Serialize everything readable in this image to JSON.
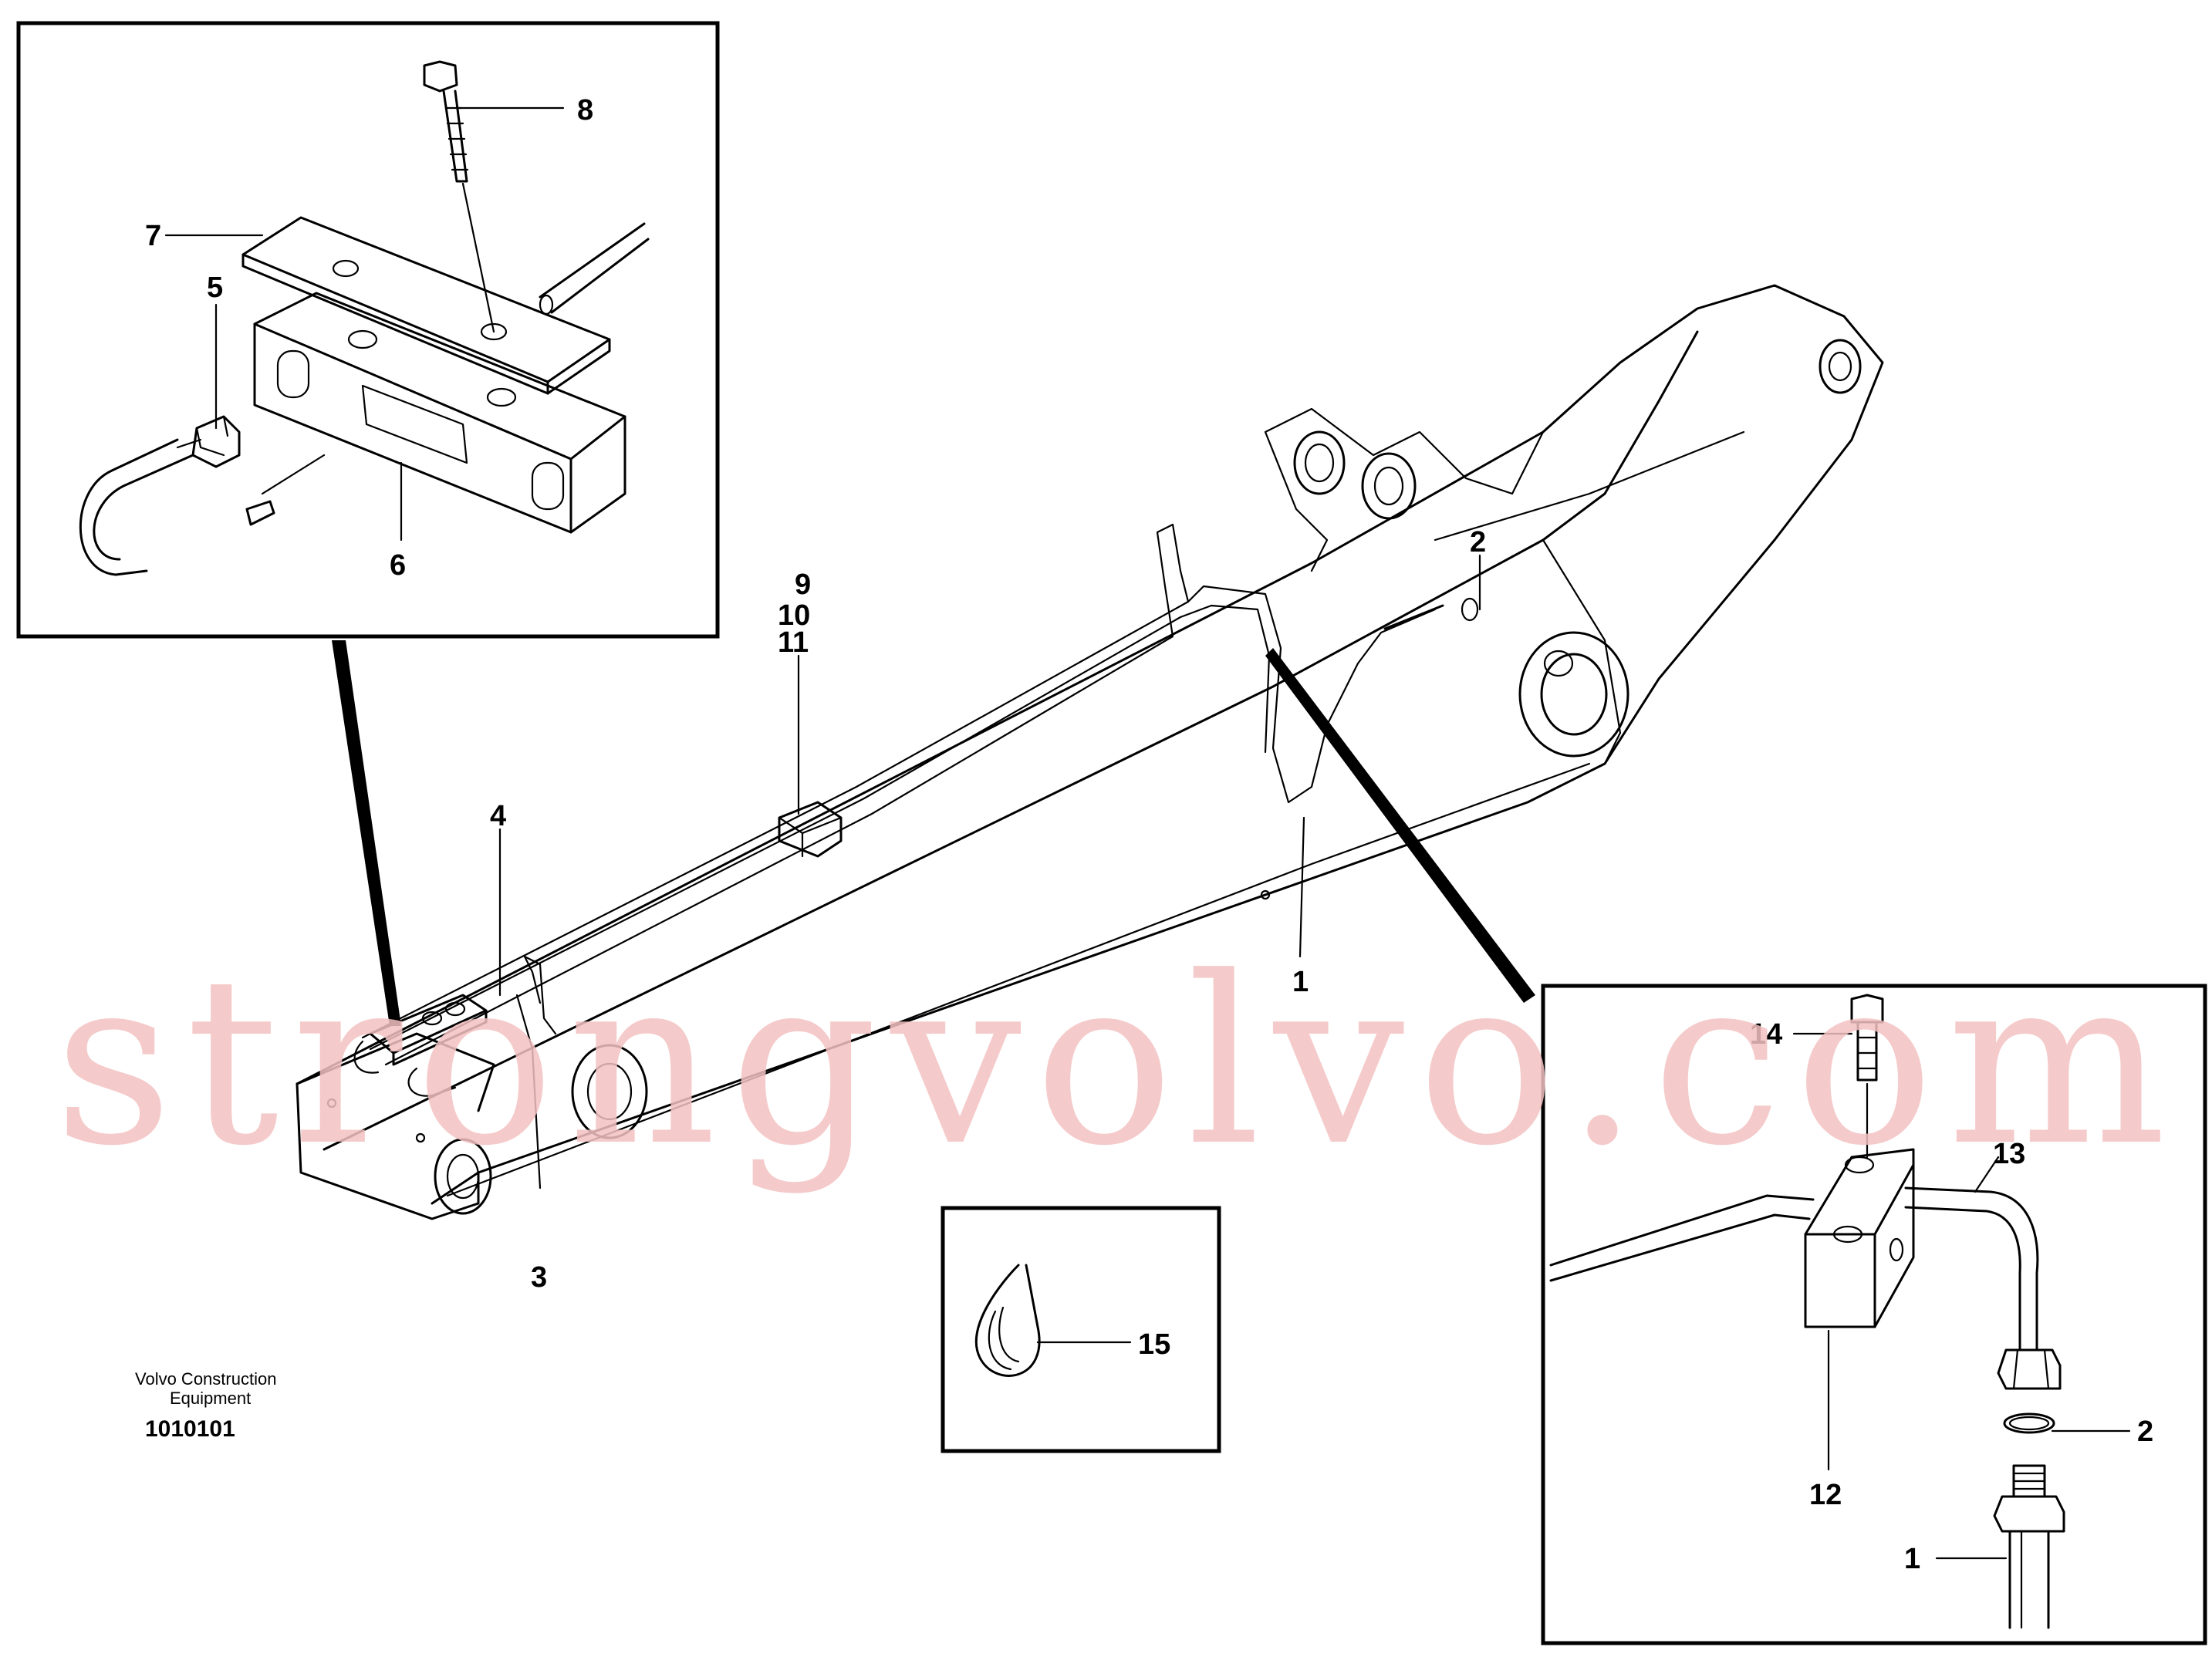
{
  "labels": {
    "l1": "1",
    "l2": "2",
    "l3": "3",
    "l4": "4",
    "l5": "5",
    "l6": "6",
    "l7": "7",
    "l8": "8",
    "l9": "9",
    "l10": "10",
    "l11": "11",
    "l12": "12",
    "l13": "13",
    "l14": "14",
    "l15": "15"
  },
  "meta": {
    "company_line1": "Volvo Construction",
    "company_line2": "Equipment",
    "drawing_number": "1010101"
  },
  "watermark": "strongvolvo.com"
}
